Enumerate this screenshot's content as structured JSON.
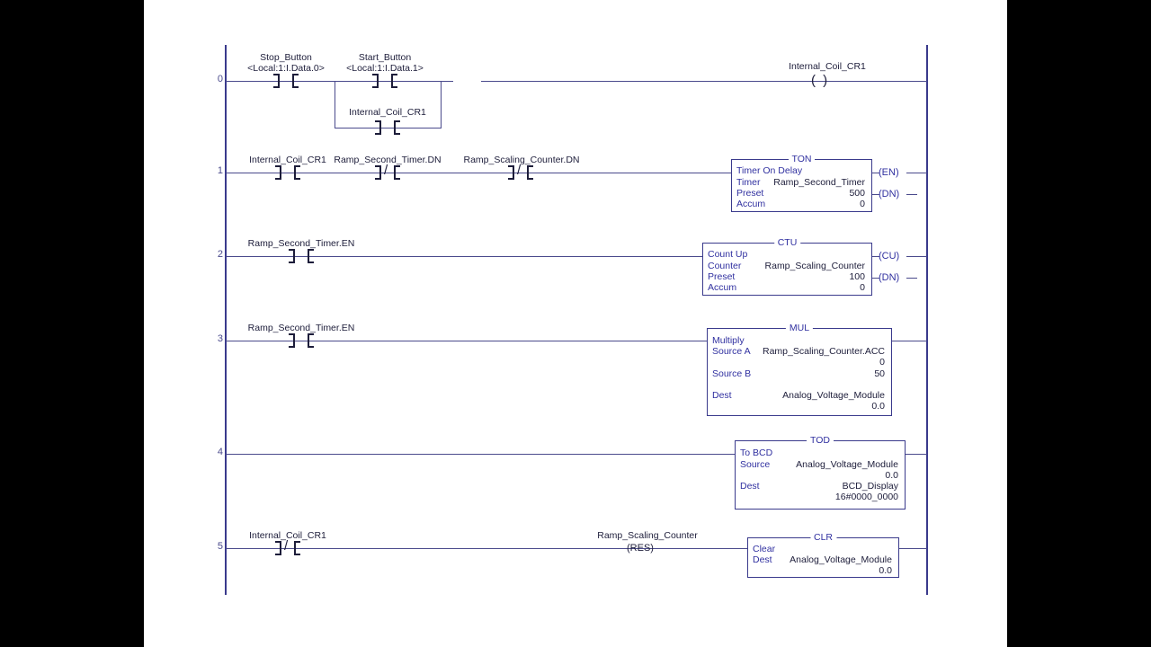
{
  "editor": {
    "background_color": "#ffffff",
    "letterbox_color": "#000000",
    "rail_color": "#3a3a8c",
    "label_color": "#3030a0",
    "value_color": "#1d1d3a"
  },
  "rungs": [
    {
      "number": "0",
      "contacts": [
        {
          "tag": "Stop_Button",
          "alias": "<Local:1:I.Data.0>",
          "type": "NO"
        },
        {
          "tag": "Start_Button",
          "alias": "<Local:1:I.Data.1>",
          "type": "NO"
        }
      ],
      "branch": [
        {
          "tag": "Internal_Coil_CR1",
          "type": "NO"
        }
      ],
      "output": {
        "kind": "coil",
        "tag": "Internal_Coil_CR1",
        "glyph": "( )"
      }
    },
    {
      "number": "1",
      "contacts": [
        {
          "tag": "Internal_Coil_CR1",
          "type": "NO"
        },
        {
          "tag": "Ramp_Second_Timer.DN",
          "type": "NC"
        },
        {
          "tag": "Ramp_Scaling_Counter.DN",
          "type": "NC"
        }
      ],
      "block": {
        "mnemonic": "TON",
        "rows": [
          {
            "key": "Timer On Delay",
            "value": ""
          },
          {
            "key": "Timer",
            "value": "Ramp_Second_Timer"
          },
          {
            "key": "Preset",
            "value": "500"
          },
          {
            "key": "Accum",
            "value": "0"
          }
        ],
        "pins": [
          "(EN)",
          "(DN)"
        ]
      }
    },
    {
      "number": "2",
      "contacts": [
        {
          "tag": "Ramp_Second_Timer.EN",
          "type": "NO"
        }
      ],
      "block": {
        "mnemonic": "CTU",
        "rows": [
          {
            "key": "Count Up",
            "value": ""
          },
          {
            "key": "Counter",
            "value": "Ramp_Scaling_Counter"
          },
          {
            "key": "Preset",
            "value": "100"
          },
          {
            "key": "Accum",
            "value": "0"
          }
        ],
        "pins": [
          "(CU)",
          "(DN)"
        ]
      }
    },
    {
      "number": "3",
      "contacts": [
        {
          "tag": "Ramp_Second_Timer.EN",
          "type": "NO"
        }
      ],
      "block": {
        "mnemonic": "MUL",
        "rows": [
          {
            "key": "Multiply",
            "value": ""
          },
          {
            "key": "Source A",
            "value": "Ramp_Scaling_Counter.ACC"
          },
          {
            "key": "",
            "value": "0"
          },
          {
            "key": "Source B",
            "value": "50"
          },
          {
            "key": "",
            "value": ""
          },
          {
            "key": "Dest",
            "value": "Analog_Voltage_Module"
          },
          {
            "key": "",
            "value": "0.0"
          }
        ],
        "pins": []
      }
    },
    {
      "number": "4",
      "contacts": [],
      "block": {
        "mnemonic": "TOD",
        "rows": [
          {
            "key": "To BCD",
            "value": ""
          },
          {
            "key": "Source",
            "value": "Analog_Voltage_Module"
          },
          {
            "key": "",
            "value": "0.0"
          },
          {
            "key": "Dest",
            "value": "BCD_Display"
          },
          {
            "key": "",
            "value": "16#0000_0000"
          }
        ],
        "pins": []
      }
    },
    {
      "number": "5",
      "contacts": [
        {
          "tag": "Internal_Coil_CR1",
          "type": "NC"
        }
      ],
      "reset": {
        "tag": "Ramp_Scaling_Counter",
        "glyph": "(RES)"
      },
      "block": {
        "mnemonic": "CLR",
        "rows": [
          {
            "key": "Clear",
            "value": ""
          },
          {
            "key": "Dest",
            "value": "Analog_Voltage_Module"
          },
          {
            "key": "",
            "value": "0.0"
          }
        ],
        "pins": []
      }
    }
  ]
}
